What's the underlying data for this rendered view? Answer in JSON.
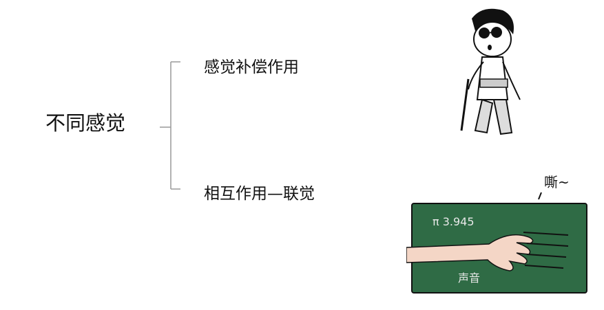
{
  "main": {
    "label": "不同感觉"
  },
  "branches": [
    {
      "label": "感觉补偿作用"
    },
    {
      "label": "相互作用—联觉"
    }
  ],
  "illustrations": {
    "blind_person": {
      "icon": "blind-person-with-cane-icon"
    },
    "chalkboard": {
      "icon": "hand-scratching-chalkboard-icon",
      "sound_text": "嘶~",
      "board_text": "π 3.945",
      "board_text_bottom": "声音",
      "board_color": "#2f6b45"
    }
  }
}
